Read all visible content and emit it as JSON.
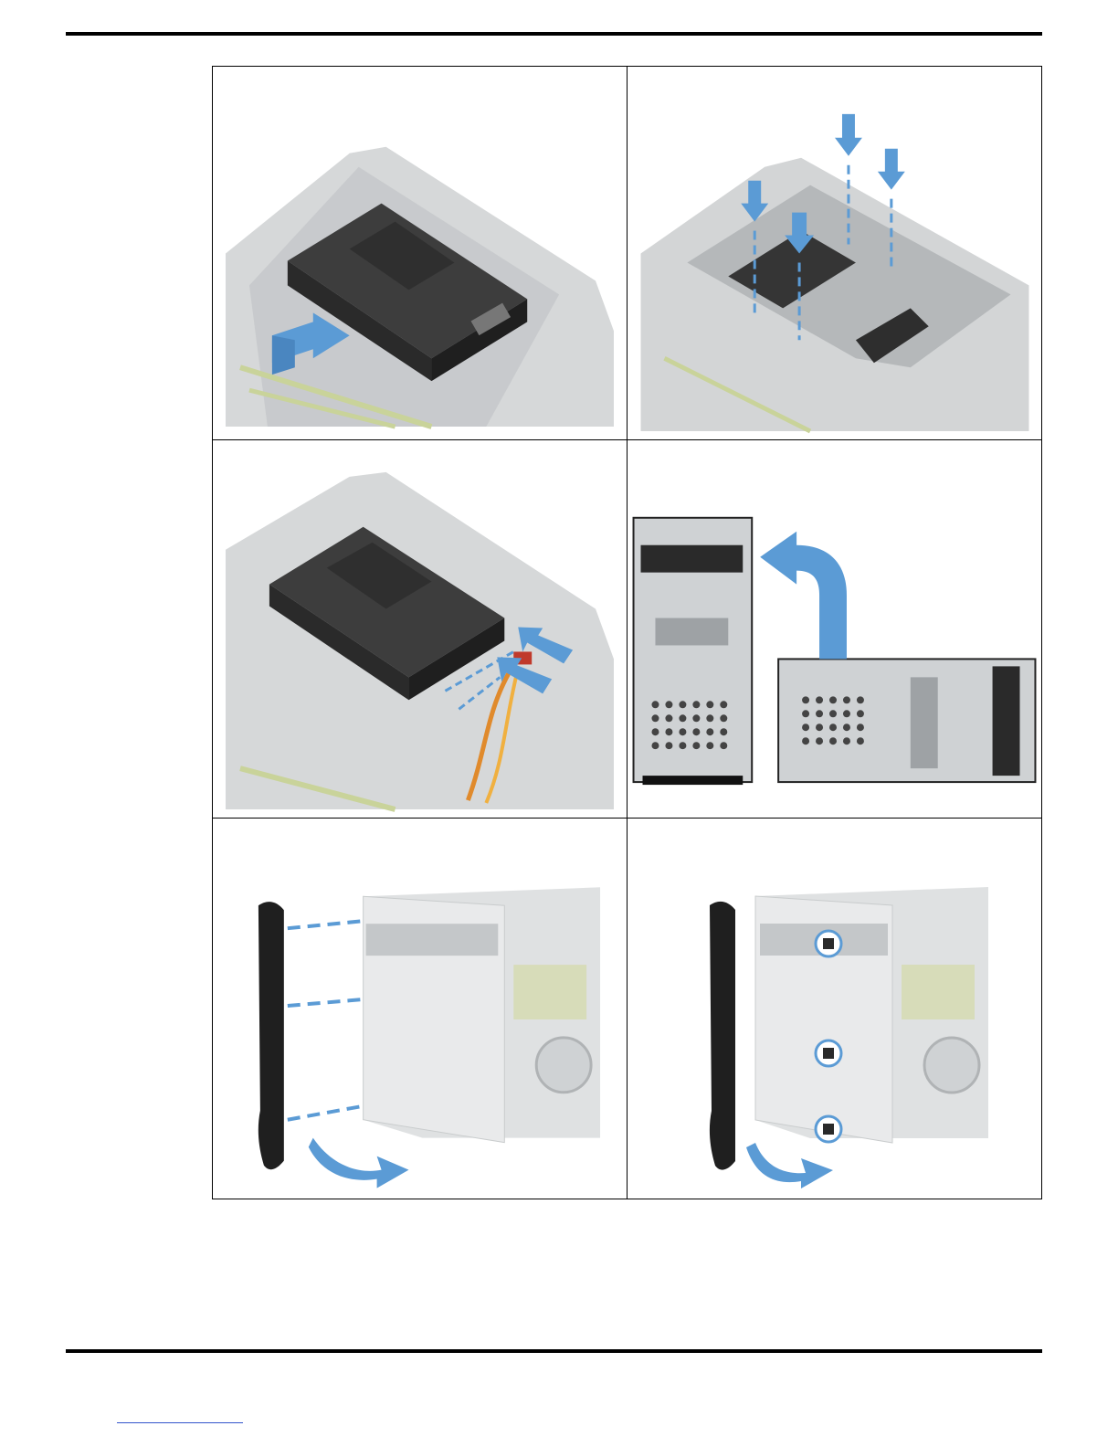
{
  "page": {
    "figures": [
      {
        "step": "slide-drive-into-bracket",
        "icon": "arrow-icon"
      },
      {
        "step": "install-drive-screws",
        "icon": "arrow-icon"
      },
      {
        "step": "connect-sata-cables",
        "icon": "arrow-icon"
      },
      {
        "step": "stand-computer-upright",
        "icon": "curved-arrow-icon"
      },
      {
        "step": "align-front-bezel",
        "icon": "arrow-icon"
      },
      {
        "step": "snap-front-bezel-tabs",
        "icon": "circle-highlight-icon"
      }
    ]
  },
  "colors": {
    "arrow": "#5b9bd5",
    "chassis": "#b9bcbe",
    "drive": "#3a3a3a",
    "bezel": "#1f1f1f",
    "rule": "#000000",
    "link": "#3355cc"
  }
}
